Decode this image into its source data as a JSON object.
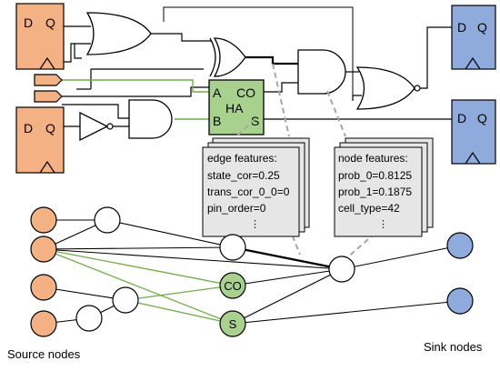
{
  "circuit": {
    "flipflop_d_label": "D",
    "flipflop_q_label": "Q",
    "half_adder": {
      "name": "HA",
      "input_a": "A",
      "input_b": "B",
      "output_co": "CO",
      "output_s": "S"
    }
  },
  "edge_features": {
    "title": "edge features:",
    "lines": [
      "state_cor=0.25",
      "trans_cor_0_0=0",
      "pin_order=0"
    ],
    "ellipsis": "⋮"
  },
  "node_features": {
    "title": "node features:",
    "lines": [
      "prob_0=0.8125",
      "prob_1=0.1875",
      "cell_type=42"
    ],
    "ellipsis": "⋮"
  },
  "graph": {
    "co_node_label": "CO",
    "s_node_label": "S",
    "source_label": "Source nodes",
    "sink_label": "Sink nodes"
  },
  "colors": {
    "source_orange": "#F4B183",
    "sink_blue": "#8FAADC",
    "half_adder_green": "#A9D18E",
    "green_wire": "#70AD47",
    "dashed_gray": "#A6A6A6",
    "feature_box_gray": "#E7E6E6"
  }
}
